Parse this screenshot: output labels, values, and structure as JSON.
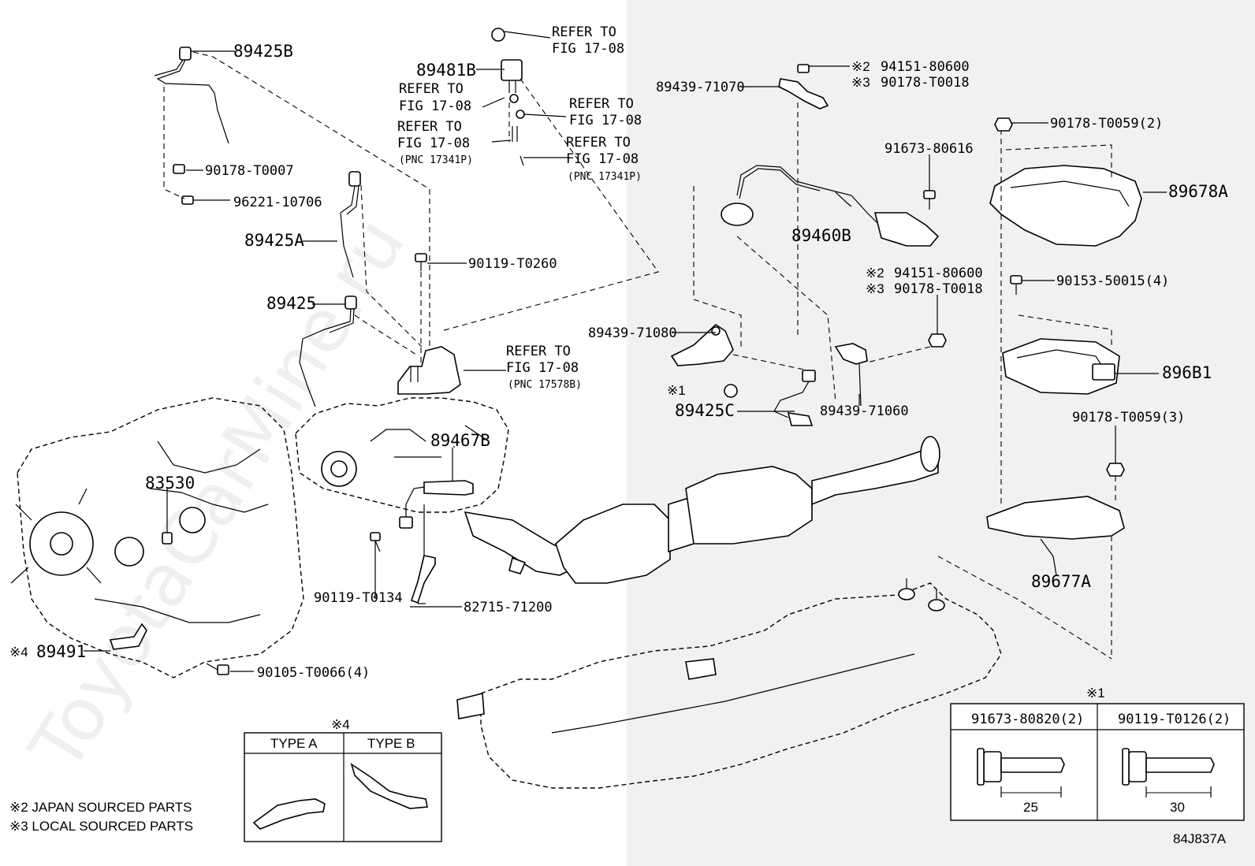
{
  "labels": {
    "p89425B": "89425B",
    "p89481B": "89481B",
    "p90178T0007": "90178-T0007",
    "p9622110706": "96221-10706",
    "p89425A": "89425A",
    "p9011T0260": "90119-T0260",
    "p89425": "89425",
    "p83530": "83530",
    "p89467B": "89467B",
    "p90119T0134": "90119-T0134",
    "p8271571200": "82715-71200",
    "p89491": "89491",
    "p89491_mark": "※4",
    "p90105T0066": "90105-T0066(4)",
    "p8943971070": "89439-71070",
    "p9415180600a": "94151-80600",
    "p9415180600a_mark": "※2",
    "p90178T0018a": "90178-T0018",
    "p90178T0018a_mark": "※3",
    "p9167380616": "91673-80616",
    "p89460B": "89460B",
    "p9415180600b": "94151-80600",
    "p9415180600b_mark": "※2",
    "p90178T0018b": "90178-T0018",
    "p90178T0018b_mark": "※3",
    "p8943971080": "89439-71080",
    "p1mark": "※1",
    "p89425C": "89425C",
    "p8943971060": "89439-71060",
    "p90178T0059_2": "90178-T0059(2)",
    "p89678A": "89678A",
    "p9015350015": "90153-50015(4)",
    "p896B1": "896B1",
    "p90178T0059_3": "90178-T0059(3)",
    "p89677A": "89677A"
  },
  "refs": {
    "ref_top_1": "REFER TO",
    "ref_top_2": "FIG 17-08",
    "ref_a_1": "REFER TO",
    "ref_a_2": "FIG 17-08",
    "ref_b_1": "REFER TO",
    "ref_b_2": "FIG 17-08",
    "ref_b_pnc": "(PNC 17341P)",
    "ref_c_1": "REFER TO",
    "ref_c_2": "FIG 17-08",
    "ref_d_1": "REFER TO",
    "ref_d_2": "FIG 17-08",
    "ref_d_pnc": "(PNC 17341P)",
    "ref_e_1": "REFER TO",
    "ref_e_2": "FIG 17-08",
    "ref_e_pnc": "(PNC 17578B)"
  },
  "type_box": {
    "mark": "※4",
    "type_a": "TYPE A",
    "type_b": "TYPE B"
  },
  "bolt_box": {
    "mark": "※1",
    "col1": "91673-80820(2)",
    "col2": "90119-T0126(2)",
    "len1": "25",
    "len2": "30"
  },
  "notes": {
    "n2": "※2 JAPAN SOURCED PARTS",
    "n3": "※3 LOCAL SOURCED PARTS"
  },
  "figure_code": "84J837A",
  "watermark": "ToyotaCarMine.ru"
}
